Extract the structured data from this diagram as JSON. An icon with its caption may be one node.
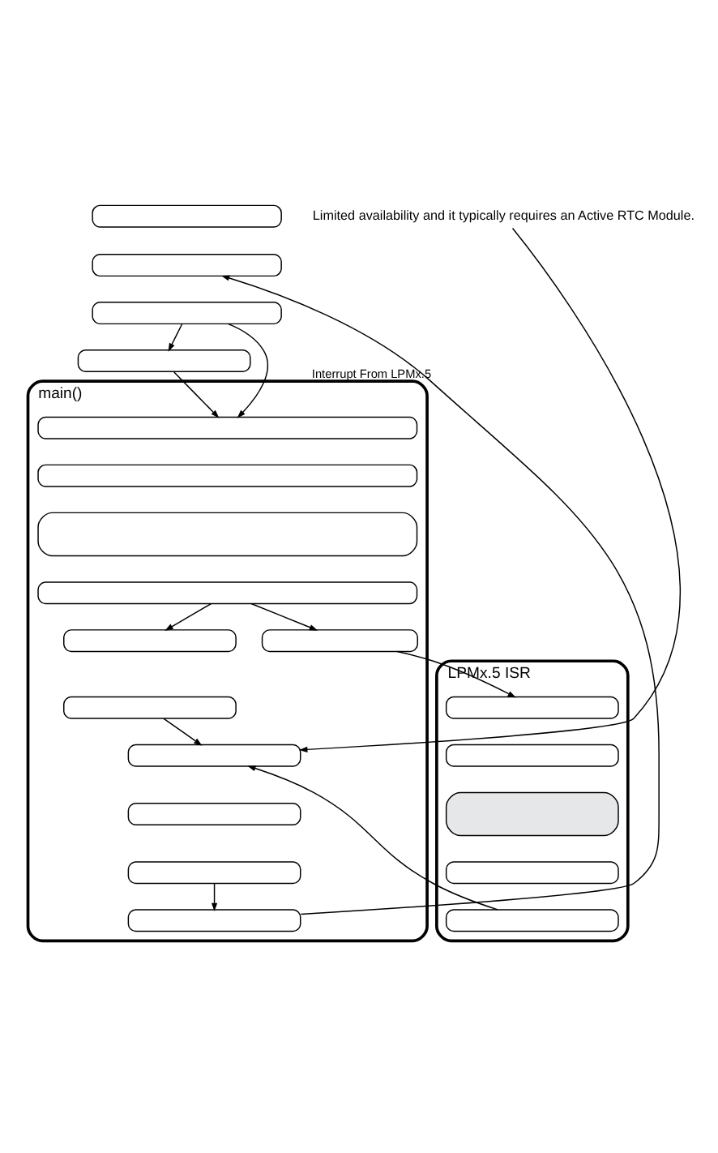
{
  "diagram": {
    "nodes": [
      {
        "text": [],
        "shape": "box"
      },
      {
        "text": [],
        "shape": "box"
      },
      {
        "text": [],
        "shape": "box"
      },
      {
        "text": [],
        "shape": "box"
      },
      {
        "text": [
          "main()"
        ]
      },
      {
        "text": [],
        "shape": "box",
        "in": 4
      },
      {
        "text": [],
        "shape": "box",
        "in": 4
      },
      {
        "text": [],
        "shape": "box",
        "in": 4
      },
      {
        "text": [],
        "shape": "box",
        "in": 4
      },
      {
        "text": [],
        "shape": "box",
        "in": 4
      },
      {
        "text": [],
        "shape": "box",
        "in": 4
      },
      {
        "text": [],
        "shape": "box",
        "in": 4
      },
      {
        "text": [
          "LPMx.5 ISR"
        ]
      },
      {
        "text": [],
        "shape": "box",
        "in": 12
      },
      {
        "text": [],
        "shape": "box",
        "in": 12
      },
      {
        "text": [],
        "shape": "box",
        "in": 12
      },
      {
        "text": [],
        "shape": "box",
        "in": 12
      },
      {
        "text": [],
        "shape": "box",
        "in": 12
      },
      {
        "text": [],
        "shape": "box",
        "in": 4
      },
      {
        "text": [],
        "shape": "box",
        "in": 4
      },
      {
        "text": [],
        "shape": "box",
        "in": 4
      },
      {
        "text": [],
        "shape": "box",
        "in": 4
      },
      {
        "text": [
          "Limited availability and it typically requires an Active RTC Module."
        ]
      }
    ],
    "edges": [
      {
        "from": 2,
        "to": 3,
        "arrow": "to"
      },
      {
        "from": 2,
        "to": 5,
        "arrow": "to"
      },
      {
        "from": 3,
        "to": 5,
        "arrow": "to"
      },
      {
        "from": 8,
        "to": 9,
        "arrow": "to"
      },
      {
        "from": 8,
        "to": 10,
        "arrow": "to"
      },
      {
        "from": 9,
        "to": 13,
        "arrow": "to"
      },
      {
        "from": 17,
        "to": 18,
        "arrow": "to"
      },
      {
        "from": 11,
        "to": 18,
        "arrow": "to"
      },
      {
        "from": 20,
        "to": 21,
        "arrow": "to"
      },
      {
        "from": 22,
        "to": 18,
        "arrow": "to"
      },
      {
        "from": 21,
        "to": 1,
        "arrow": "to",
        "label": "Interrupt From LPMx.5"
      }
    ]
  }
}
